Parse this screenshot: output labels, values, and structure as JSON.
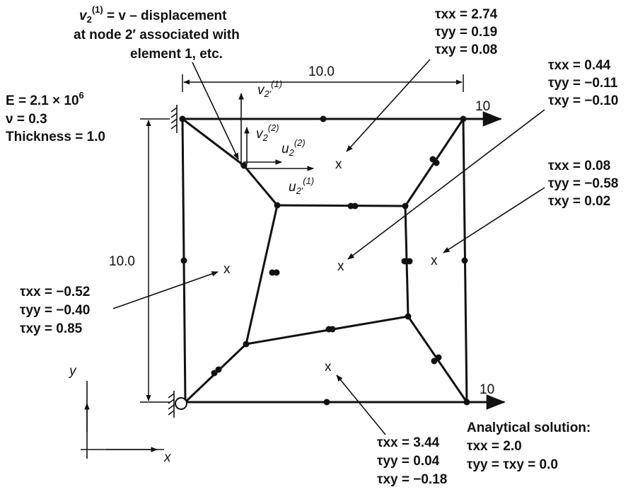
{
  "material": {
    "E_prefix": "E = 2.1 × 10",
    "E_exp": "6",
    "nu": "ν = 0.3",
    "thickness": "Thickness = 1.0"
  },
  "note": {
    "line1_var": "v",
    "line1_sub": "2",
    "line1_sup": "(1)",
    "line1_rest": " = v – displacement",
    "line2": "at node 2′ associated with",
    "line3": "element 1, etc."
  },
  "dimensions": {
    "width": "10.0",
    "height": "10.0"
  },
  "loads": {
    "top": "10",
    "bottom": "10"
  },
  "dof_labels": {
    "v21_var": "v",
    "v21_sub": "2′",
    "v21_sup": "(1)",
    "v22_var": "v",
    "v22_sub": "2",
    "v22_sup": "(2)",
    "u22_var": "u",
    "u22_sub": "2",
    "u22_sup": "(2)",
    "u21_var": "u",
    "u21_sub": "2′",
    "u21_sup": "(1)"
  },
  "stress_boxes": {
    "top_center": {
      "txx": "τxx = 2.74",
      "tyy": "τyy = 0.19",
      "txy": "τxy = 0.08"
    },
    "top_right": {
      "txx": "τxx = 0.44",
      "tyy": "τyy = −0.11",
      "txy": "τxy = −0.10"
    },
    "mid_right": {
      "txx": "τxx = 0.08",
      "tyy": "τyy = −0.58",
      "txy": "τxy = 0.02"
    },
    "left": {
      "txx": "τxx = −0.52",
      "tyy": "τyy = −0.40",
      "txy": "τxy = 0.85"
    },
    "bottom": {
      "txx": "τxx = 3.44",
      "tyy": "τyy = 0.04",
      "txy": "τxy = −0.18"
    }
  },
  "analytical": {
    "title": "Analytical solution:",
    "txx": "τxx = 2.0",
    "tyy_txy": "τyy = τxy = 0.0"
  },
  "axes": {
    "x": "x",
    "y": "y"
  },
  "centroid_marker": "x"
}
